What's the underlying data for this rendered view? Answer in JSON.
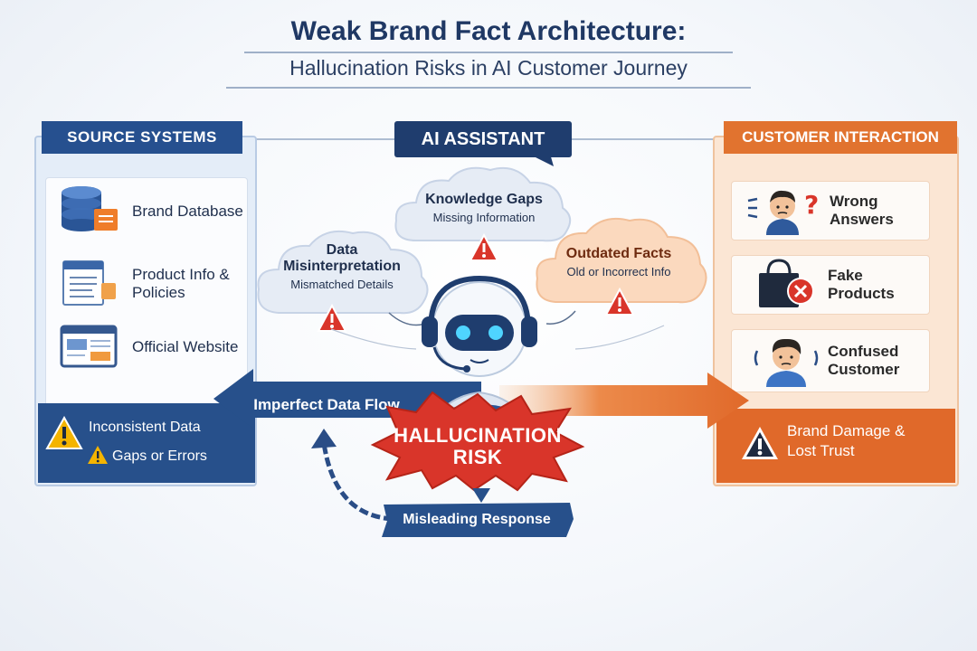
{
  "title": {
    "main": "Weak Brand Fact Architecture:",
    "sub": "Hallucination Risks in AI Customer Journey"
  },
  "source_systems": {
    "header": "SOURCE SYSTEMS",
    "items": [
      {
        "label": "Brand Database",
        "icon": "database-icon"
      },
      {
        "label": "Product Info & Policies",
        "icon": "document-icon"
      },
      {
        "label": "Official Website",
        "icon": "browser-window-icon"
      }
    ],
    "footer": {
      "line1": "Inconsistent Data",
      "line2": "Gaps or Errors"
    }
  },
  "ai_assistant": {
    "header": "AI ASSISTANT",
    "clouds": [
      {
        "title": "Knowledge Gaps",
        "sub": "Missing Information"
      },
      {
        "title": "Data Misinterpretation",
        "sub": "Mismatched Details"
      },
      {
        "title": "Outdated Facts",
        "sub": "Old or Incorrect Info"
      }
    ],
    "risk_line1": "HALLUCINATION",
    "risk_line2": "RISK",
    "flow_left": "Imperfect Data Flow",
    "response": "Misleading Response"
  },
  "customer_interaction": {
    "header": "CUSTOMER INTERACTION",
    "items": [
      {
        "label": "Wrong Answers",
        "icon": "confused-person-icon"
      },
      {
        "label": "Fake Products",
        "icon": "shopping-bag-error-icon"
      },
      {
        "label": "Confused Customer",
        "icon": "worried-person-icon"
      }
    ],
    "footer": "Brand Damage & Lost Trust"
  },
  "colors": {
    "navy": "#1f3d6e",
    "blue": "#26508f",
    "orange": "#e1732f",
    "red": "#d9352a",
    "warning_yellow": "#f4b400"
  }
}
